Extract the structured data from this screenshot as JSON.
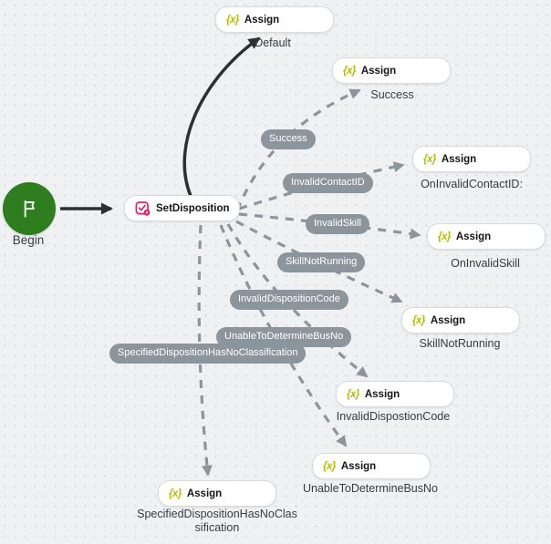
{
  "palette": {
    "background": "#f0f1f3",
    "grid_dot": "#d7d9db",
    "node_bg": "#ffffff",
    "node_border": "#d7dadc",
    "node_text": "#141414",
    "caption_text": "#383c40",
    "assign_icon_color": "#b5ba04",
    "set_disposition_icon_color": "#e91d62",
    "begin_fill": "#2e7d1f",
    "solid_edge": "#2d2f31",
    "dashed_edge": "#8d959c",
    "edge_label_bg": "#8d959c",
    "edge_label_text": "#ffffff"
  },
  "icons": {
    "begin": "flag-icon",
    "set_disposition": "task-checkbox-gear-icon",
    "assign": "variable-braces-icon",
    "assign_glyph": "{x}"
  },
  "begin": {
    "label": "Begin"
  },
  "set_disposition": {
    "title": "SetDisposition"
  },
  "assign_nodes": [
    {
      "title": "Assign",
      "caption": "Default"
    },
    {
      "title": "Assign",
      "caption": "Success"
    },
    {
      "title": "Assign",
      "caption": "OnInvalidContactID:"
    },
    {
      "title": "Assign",
      "caption": "OnInvalidSkill"
    },
    {
      "title": "Assign",
      "caption": "SkillNotRunning"
    },
    {
      "title": "Assign",
      "caption": "InvalidDispostionCode"
    },
    {
      "title": "Assign",
      "caption": "UnableToDetermineBusNo"
    },
    {
      "title": "Assign",
      "caption": "SpecifiedDispositionHasNoClassification"
    }
  ],
  "edge_labels": [
    {
      "text": "Success"
    },
    {
      "text": "InvalidContactID"
    },
    {
      "text": "InvalidSkill"
    },
    {
      "text": "SkillNotRunning"
    },
    {
      "text": "InvalidDispositionCode"
    },
    {
      "text": "UnableToDetermineBusNo"
    },
    {
      "text": "SpecifiedDispositionHasNoClassification"
    }
  ],
  "edges": [
    {
      "from": "Begin",
      "to": "SetDisposition",
      "style": "solid",
      "label": ""
    },
    {
      "from": "SetDisposition",
      "to": "Default",
      "style": "solid",
      "label": ""
    },
    {
      "from": "SetDisposition",
      "to": "Success",
      "style": "dashed",
      "label": "Success"
    },
    {
      "from": "SetDisposition",
      "to": "OnInvalidContactID:",
      "style": "dashed",
      "label": "InvalidContactID"
    },
    {
      "from": "SetDisposition",
      "to": "OnInvalidSkill",
      "style": "dashed",
      "label": "InvalidSkill"
    },
    {
      "from": "SetDisposition",
      "to": "SkillNotRunning",
      "style": "dashed",
      "label": "SkillNotRunning"
    },
    {
      "from": "SetDisposition",
      "to": "InvalidDispostionCode",
      "style": "dashed",
      "label": "InvalidDispositionCode"
    },
    {
      "from": "SetDisposition",
      "to": "UnableToDetermineBusNo",
      "style": "dashed",
      "label": "UnableToDetermineBusNo"
    },
    {
      "from": "SetDisposition",
      "to": "SpecifiedDispositionHasNoClassification",
      "style": "dashed",
      "label": "SpecifiedDispositionHasNoClassification"
    }
  ]
}
